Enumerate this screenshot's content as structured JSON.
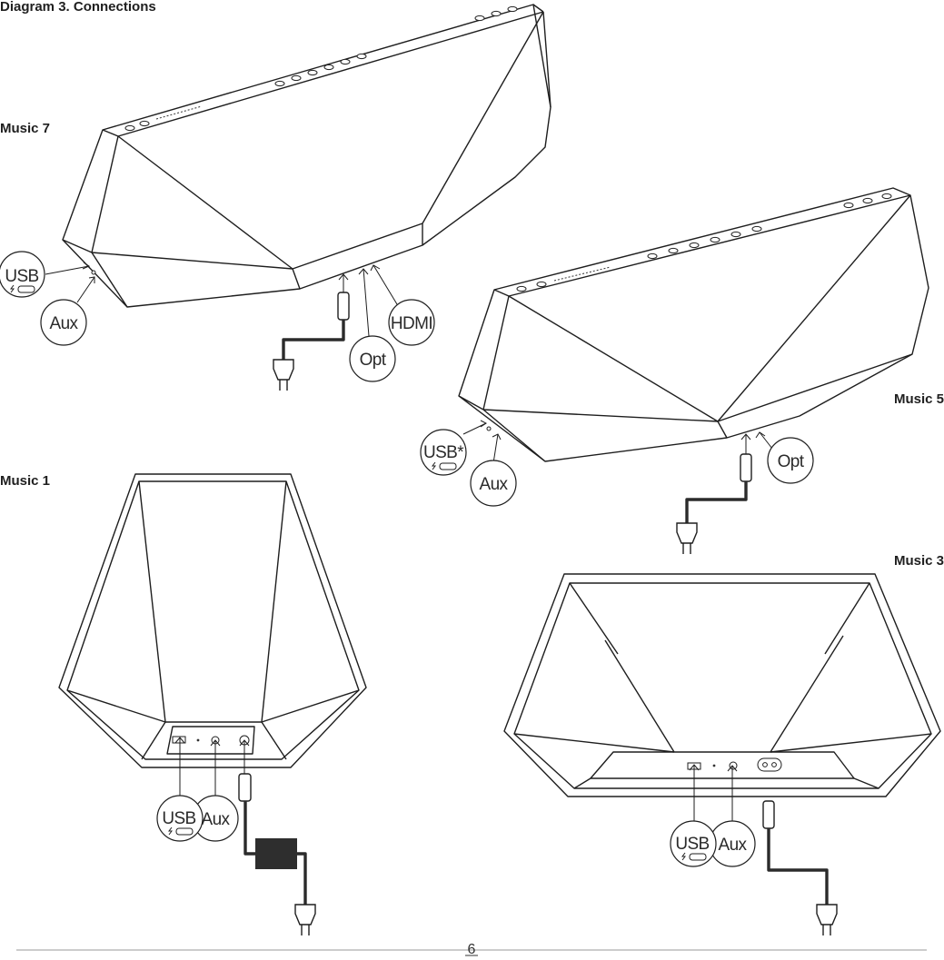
{
  "title": "Diagram 3. Connections",
  "speakers": {
    "music7": {
      "name": "Music 7",
      "ports": [
        "USB",
        "Aux",
        "Opt",
        "HDMI"
      ]
    },
    "music5": {
      "name": "Music 5",
      "ports": [
        "USB*",
        "Aux",
        "Opt"
      ]
    },
    "music1": {
      "name": "Music 1",
      "ports": [
        "USB",
        "Aux"
      ]
    },
    "music3": {
      "name": "Music 3",
      "ports": [
        "USB",
        "Aux"
      ]
    }
  },
  "page_number": "6"
}
